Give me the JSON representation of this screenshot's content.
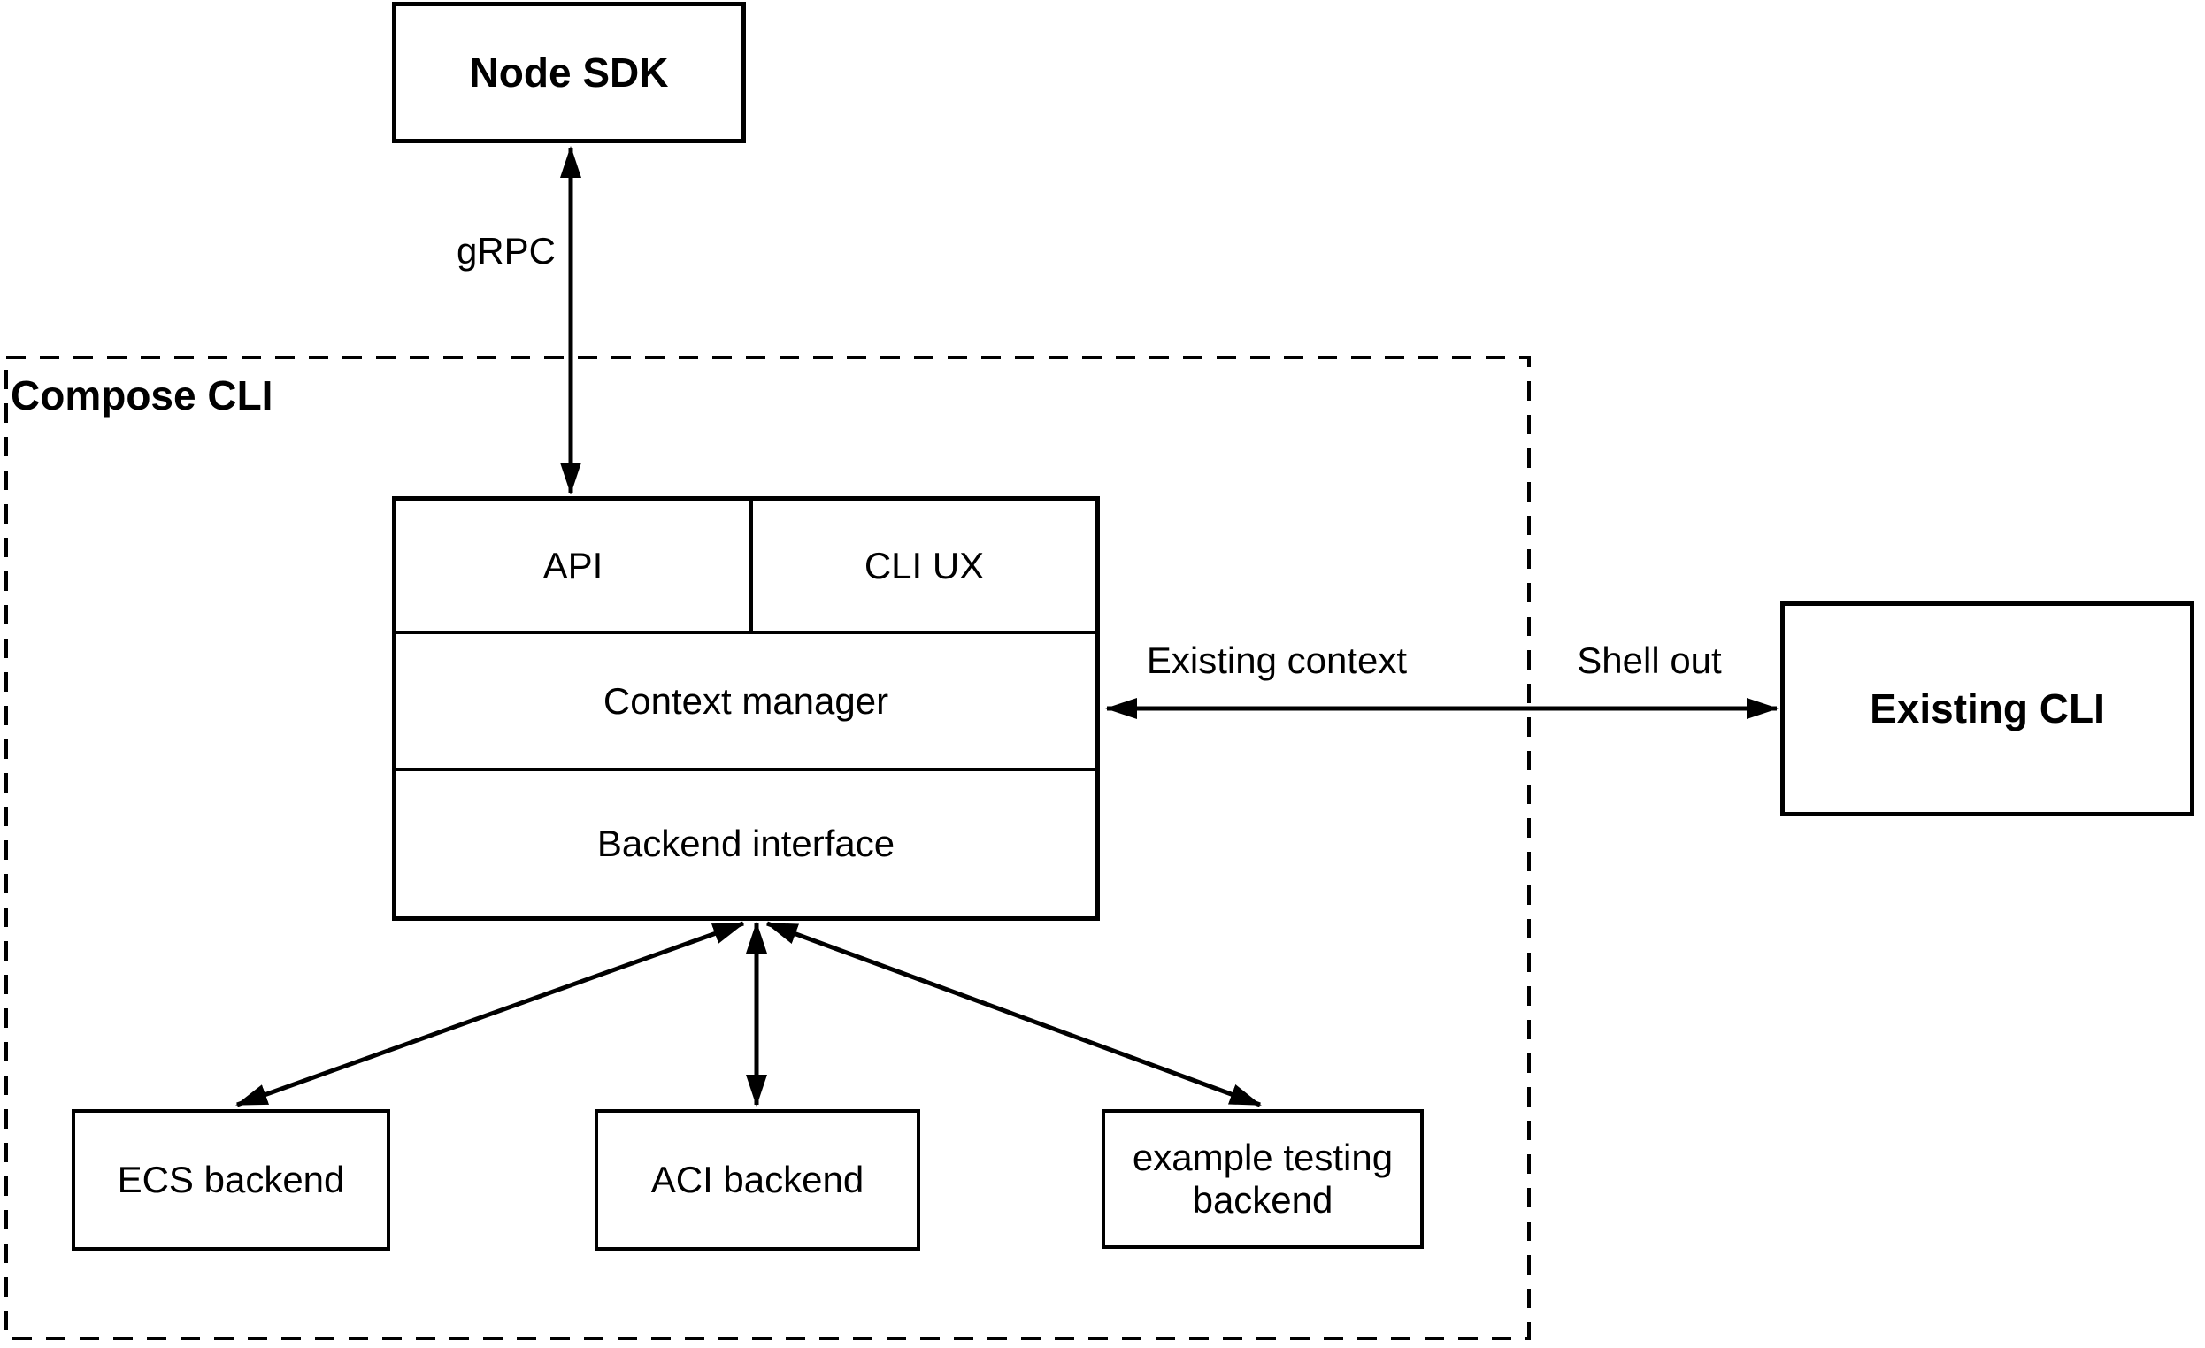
{
  "nodes": {
    "node_sdk": {
      "label": "Node SDK"
    },
    "compose_cli": {
      "label": "Compose CLI"
    },
    "api": {
      "label": "API"
    },
    "cli_ux": {
      "label": "CLI UX"
    },
    "context_manager": {
      "label": "Context manager"
    },
    "backend_interface": {
      "label": "Backend interface"
    },
    "existing_cli": {
      "label": "Existing CLI"
    },
    "ecs_backend": {
      "label": "ECS backend"
    },
    "aci_backend": {
      "label": "ACI backend"
    },
    "example_testing_backend": {
      "label": "example testing backend"
    }
  },
  "edges": {
    "grpc": {
      "label": "gRPC"
    },
    "existing_context": {
      "label": "Existing context"
    },
    "shell_out": {
      "label": "Shell out"
    }
  },
  "colors": {
    "line": "#000000",
    "background": "#ffffff",
    "text": "#000000"
  }
}
